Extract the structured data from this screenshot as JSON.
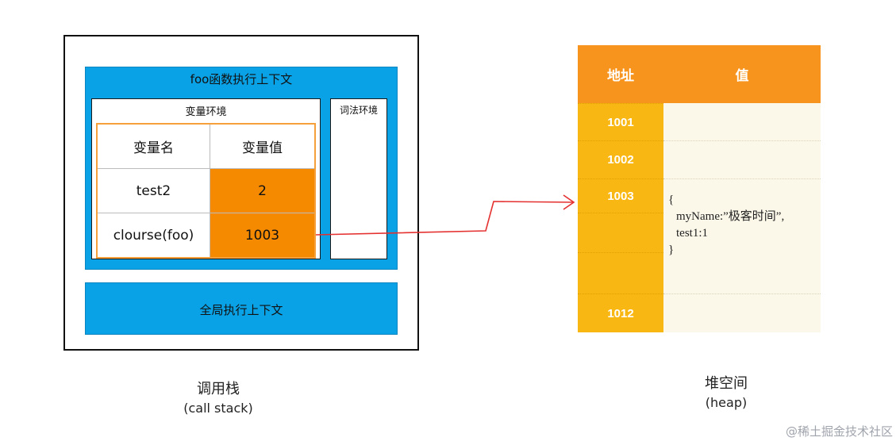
{
  "call_stack": {
    "foo_context_title": "foo函数执行上下文",
    "variable_env_title": "变量环境",
    "lexical_env_title": "词法环境",
    "table_headers": [
      "变量名",
      "变量值"
    ],
    "rows": [
      {
        "name": "test2",
        "value": "2"
      },
      {
        "name": "clourse(foo)",
        "value": "1003"
      }
    ],
    "global_context_title": "全局执行上下文",
    "label": "调用栈",
    "sublabel": "(call stack)"
  },
  "heap": {
    "headers": [
      "地址",
      "值"
    ],
    "addresses": [
      "1001",
      "1002",
      "1003",
      "",
      "",
      "1012"
    ],
    "object_lines": [
      "{",
      "myName:”极客时间”,",
      "test1:1",
      "}"
    ],
    "label": "堆空间",
    "sublabel": "(heap)"
  },
  "colors": {
    "context_blue": "#0aa2e6",
    "cell_orange": "#f58a00",
    "heap_header": "#f7941d",
    "heap_address": "#f9b713",
    "heap_value_bg": "#fbf8ea",
    "arrow": "#e53030"
  },
  "watermark": "@稀土掘金技术社区"
}
